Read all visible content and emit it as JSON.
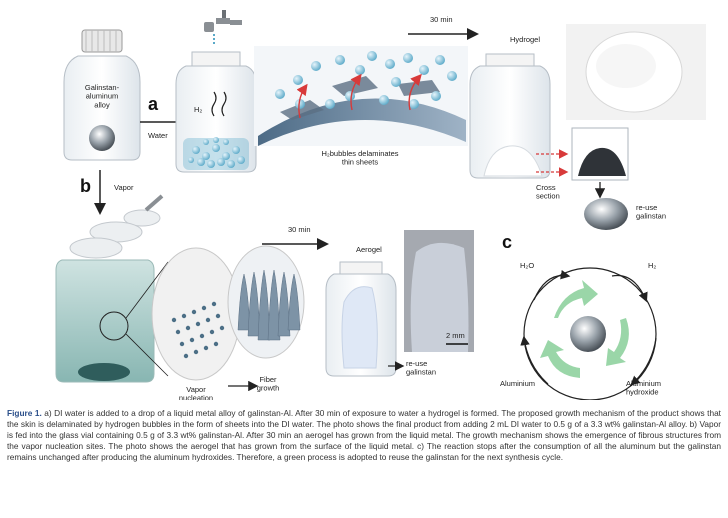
{
  "panel_a": {
    "panel_label": "a",
    "alloy_label": "Galinstan-\naluminum\nalloy",
    "arrow_label": "Water",
    "h2_label": "H₂",
    "bubbles_label": "H₂bubbles delaminates\nthin sheets",
    "time_label": "30 min",
    "product_label": "Hydrogel",
    "cross_section_label": "Cross\nsection",
    "reuse_label": "re-use\ngalinstan"
  },
  "panel_b": {
    "panel_label": "b",
    "arrow_label": "Vapor",
    "nucleation_label": "Vapor\nnucleation",
    "growth_label": "Fiber\ngrowth",
    "time_label": "30 min",
    "product_label": "Aerogel",
    "reuse_label": "re-use\ngalinstan",
    "scale_label": "2 mm"
  },
  "panel_c": {
    "panel_label": "c",
    "in_label": "H₂O",
    "out_label": "H₂",
    "left_label": "Aluminium",
    "right_label": "Aluminium\nhydroxide"
  },
  "caption": {
    "label": "Figure 1.",
    "text": "a) DI water is added to a drop of a liquid metal alloy of galinstan-Al. After 30 min of exposure to water a hydrogel is formed. The proposed growth mechanism of the product shows that the skin is delaminated by hydrogen bubbles in the form of sheets into the DI water. The photo shows the final product from adding 2 mL DI water to 0.5 g of a 3.3 wt% galinstan-Al alloy. b) Vapor is fed into the glass vial containing 0.5 g of 3.3 wt% galinstan-Al. After 30 min an aerogel has grown from the liquid metal. The growth mechanism shows the emergence of fibrous structures from the vapor nucleation sites. The photo shows the aerogel that has grown from the surface of the liquid metal. c) The reaction stops after the consumption of all the aluminum but the galinstan remains unchanged after producing the aluminum hydroxides. Therefore, a green process is adopted to reuse the galinstan for the next synthesis cycle."
  },
  "colors": {
    "water_blue": "#5aa9c8",
    "arrow_green": "#8fd19e",
    "dashed_red": "#d83a3a",
    "caption_label": "#2b4f8a"
  }
}
